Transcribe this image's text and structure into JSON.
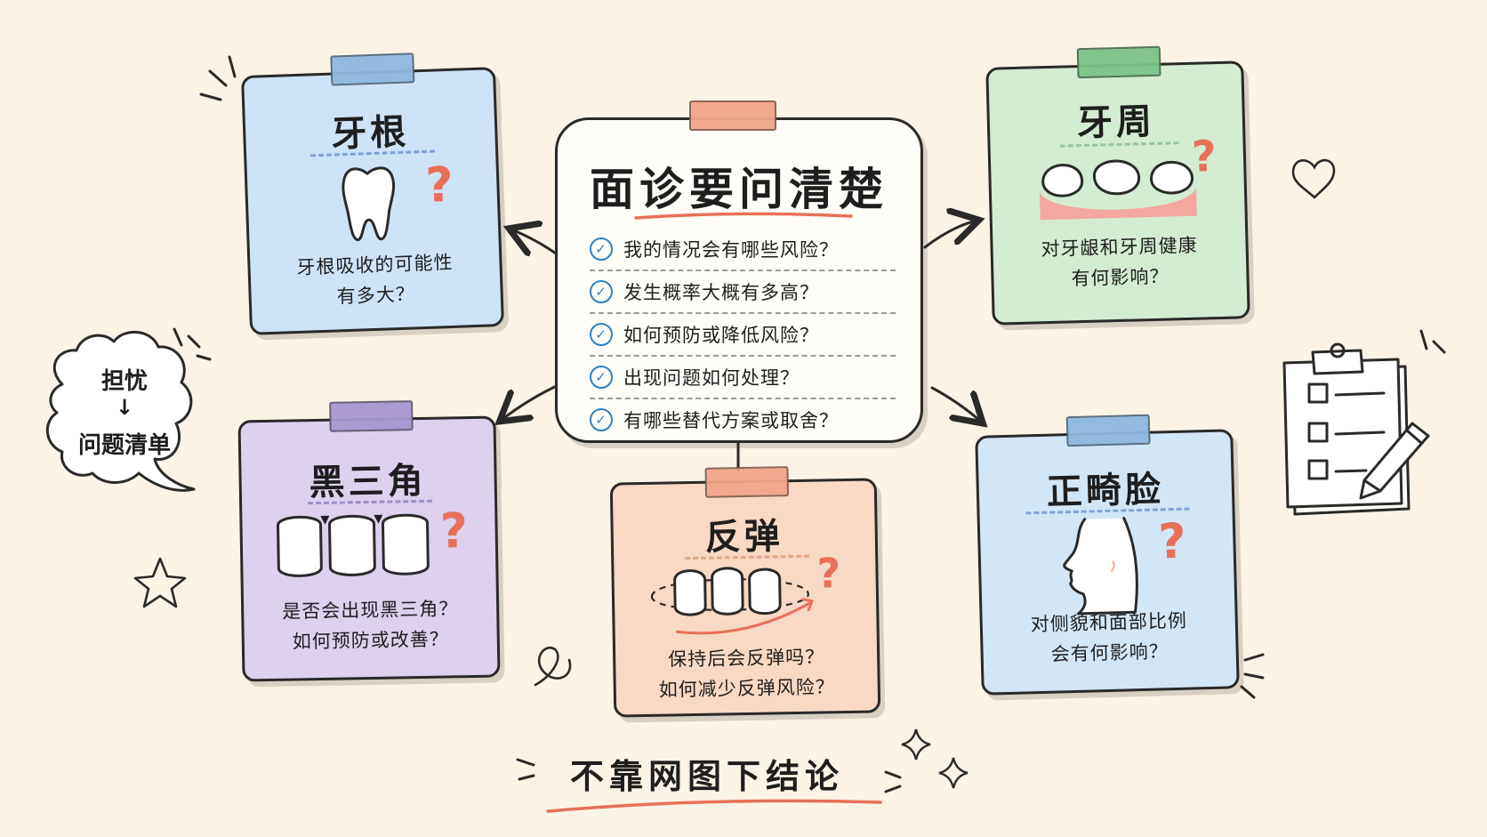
{
  "center": {
    "title": "面诊要问清楚",
    "items": [
      "我的情况会有哪些风险？",
      "发生概率大概有多高？",
      "如何预防或降低风险？",
      "出现问题如何处理？",
      "有哪些替代方案或取舍？"
    ]
  },
  "cards": {
    "root": {
      "title": "牙根",
      "line1": "牙根吸收的可能性",
      "line2": "有多大？",
      "qmark": "?"
    },
    "perio": {
      "title": "牙周",
      "line1": "对牙龈和牙周健康",
      "line2": "有何影响？",
      "qmark": "?"
    },
    "triangle": {
      "title": "黑三角",
      "line1": "是否会出现黑三角？",
      "line2": "如何预防或改善？",
      "qmark": "?"
    },
    "rebound": {
      "title": "反弹",
      "line1": "保持后会反弹吗？",
      "line2": "如何减少反弹风险？",
      "qmark": "?"
    },
    "face": {
      "title": "正畸脸",
      "line1": "对侧貌和面部比例",
      "line2": "会有何影响？",
      "qmark": "?"
    }
  },
  "bubble": {
    "top": "担忧",
    "arrow": "↓",
    "bottom": "问题清单"
  },
  "footer": {
    "text": "不靠网图下结论"
  },
  "colors": {
    "background": "#fbf3e6",
    "blue_card": "#cfe3f7",
    "green_card": "#d4ecd2",
    "purple_card": "#ddd1ee",
    "orange_card": "#f8d9c5",
    "accent_red": "#e8705a",
    "check_blue": "#2f7fc1"
  }
}
